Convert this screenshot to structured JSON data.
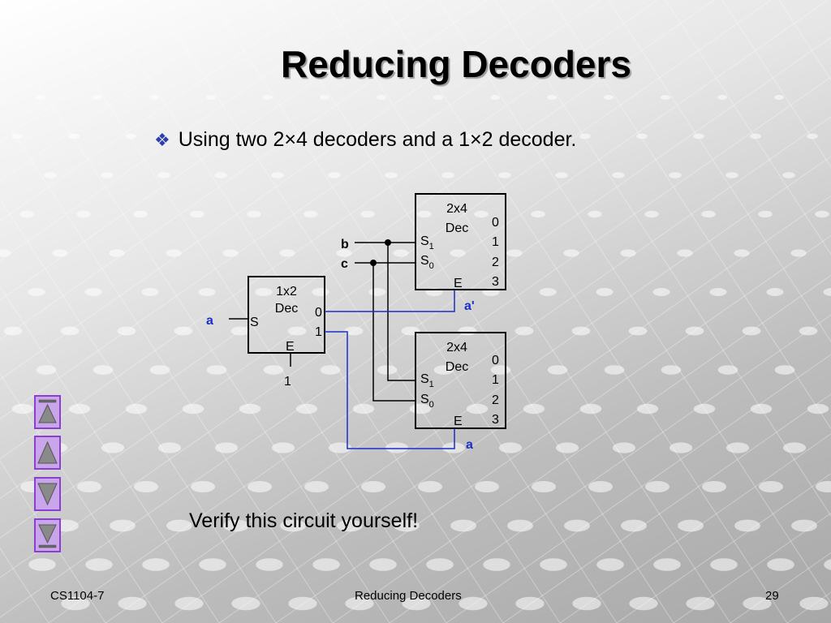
{
  "slide": {
    "title": "Reducing Decoders",
    "bullet": "Using two 2×4 decoders and a 1×2 decoder.",
    "bullet_icon": "diamond-bullet-icon",
    "note": "Verify this circuit yourself!"
  },
  "diagram": {
    "dec1x2": {
      "name": "1x2",
      "sub": "Dec",
      "input": "S",
      "outputs": [
        "0",
        "1"
      ],
      "enable": "E",
      "enable_value": "1",
      "input_signal": "a"
    },
    "dec_top": {
      "name": "2x4",
      "sub": "Dec",
      "s1": "S",
      "s1_sub": "1",
      "s0": "S",
      "s0_sub": "0",
      "outputs": [
        "0",
        "1",
        "2",
        "3"
      ],
      "enable": "E",
      "enable_signal": "a'"
    },
    "dec_bottom": {
      "name": "2x4",
      "sub": "Dec",
      "s1": "S",
      "s1_sub": "1",
      "s0": "S",
      "s0_sub": "0",
      "outputs": [
        "0",
        "1",
        "2",
        "3"
      ],
      "enable": "E",
      "enable_signal": "a"
    },
    "inputs": {
      "b": "b",
      "c": "c"
    },
    "wire_color": "#1a2fc8",
    "signal_color": "#1a2fc8"
  },
  "nav": {
    "buttons": [
      "first-slide",
      "previous-slide",
      "next-slide",
      "last-slide"
    ],
    "color": "#c9a6ec"
  },
  "footer": {
    "left": "CS1104-7",
    "center": "Reducing Decoders",
    "page": "29"
  }
}
